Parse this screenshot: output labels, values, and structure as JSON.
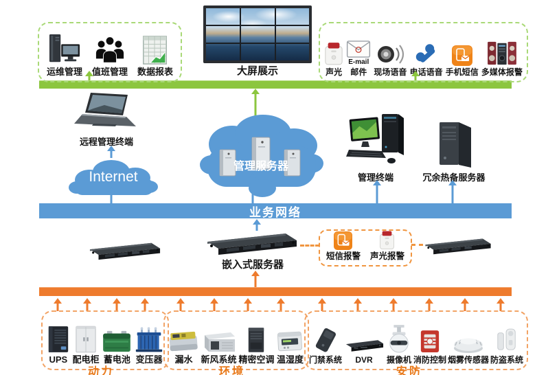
{
  "palette": {
    "green_bus": "#8cc63f",
    "blue_bus": "#5b9bd5",
    "orange_bus": "#ee7b2d",
    "group_label_orange": "#e8791a"
  },
  "top_left_group": {
    "items": [
      {
        "label": "运维管理",
        "icon": "workstation-icon"
      },
      {
        "label": "值班管理",
        "icon": "staff-icon"
      },
      {
        "label": "数据报表",
        "icon": "report-icon"
      }
    ]
  },
  "display_wall": {
    "label": "大屏展示",
    "icon": "video-wall"
  },
  "top_right_group": {
    "items": [
      {
        "label": "声光",
        "icon": "siren-icon"
      },
      {
        "label": "邮件",
        "icon": "email-icon",
        "icon_text": "E-mail"
      },
      {
        "label": "现场语音",
        "icon": "speaker-icon"
      },
      {
        "label": "电话语音",
        "icon": "phone-icon"
      },
      {
        "label": "手机短信",
        "icon": "sms-icon"
      },
      {
        "label": "多媒体报警",
        "icon": "stereo-icon"
      }
    ]
  },
  "middle": {
    "remote_terminal": {
      "label": "远程管理终端",
      "icon": "laptop-icon"
    },
    "internet_cloud": {
      "label": "Internet",
      "icon": "cloud"
    },
    "server_cloud": {
      "label": "管理服务器",
      "icon": "cloud-with-servers"
    },
    "mgmt_terminal": {
      "label": "管理终端",
      "icon": "desktop-icon"
    },
    "redundant_server": {
      "label": "冗余热备服务器",
      "icon": "tower-server-icon"
    }
  },
  "network_bar": {
    "label": "业务网络"
  },
  "server_row": {
    "embedded_server": {
      "label": "嵌入式服务器",
      "icon": "rack-server-icon"
    },
    "alarm_box": {
      "items": [
        {
          "label": "短信报警",
          "icon": "sms-alarm-icon"
        },
        {
          "label": "声光报警",
          "icon": "siren-icon"
        }
      ]
    }
  },
  "bottom_groups": [
    {
      "name": "动力",
      "items": [
        {
          "label": "UPS",
          "icon": "ups-icon"
        },
        {
          "label": "配电柜",
          "icon": "power-cabinet-icon"
        },
        {
          "label": "蓄电池",
          "icon": "battery-icon"
        },
        {
          "label": "变压器",
          "icon": "transformer-icon"
        }
      ]
    },
    {
      "name": "环境",
      "items": [
        {
          "label": "漏水",
          "icon": "water-leak-icon"
        },
        {
          "label": "新风系统",
          "icon": "fresh-air-icon"
        },
        {
          "label": "精密空调",
          "icon": "precision-ac-icon"
        },
        {
          "label": "温湿度",
          "icon": "temp-humidity-icon"
        }
      ]
    },
    {
      "name": "安防",
      "items": [
        {
          "label": "门禁系统",
          "icon": "access-control-icon"
        },
        {
          "label": "DVR",
          "icon": "dvr-icon"
        },
        {
          "label": "摄像机",
          "icon": "camera-icon"
        },
        {
          "label": "消防控制",
          "icon": "fire-control-icon"
        },
        {
          "label": "烟雾传感器",
          "icon": "smoke-sensor-icon"
        },
        {
          "label": "防盗系统",
          "icon": "anti-theft-icon"
        }
      ]
    }
  ]
}
